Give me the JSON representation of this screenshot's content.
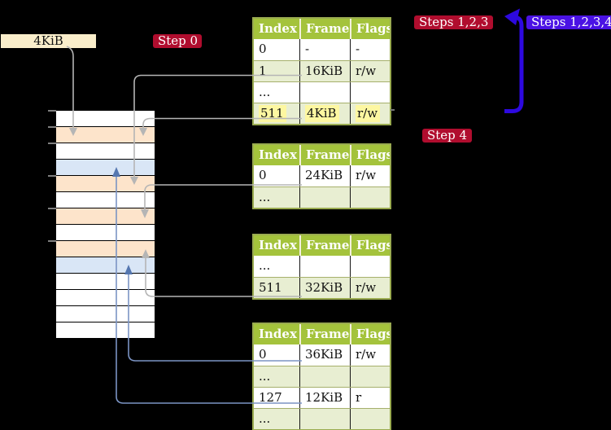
{
  "labels": {
    "page_size": "4KiB"
  },
  "badges": {
    "step0": {
      "label": "Step 0",
      "style": "red"
    },
    "steps123": {
      "label": "Steps 1,2,3",
      "style": "red"
    },
    "steps1234": {
      "label": "Steps 1,2,3,4",
      "style": "blue"
    },
    "step4": {
      "label": "Step 4",
      "style": "red"
    }
  },
  "tables": [
    {
      "name": "page-table-1",
      "headers": [
        "Index",
        "Frame",
        "Flags"
      ],
      "rows": [
        {
          "cells": [
            "0",
            "-",
            "-"
          ],
          "shade": "white",
          "highlight": false
        },
        {
          "cells": [
            "1",
            "16KiB",
            "r/w"
          ],
          "shade": "green",
          "highlight": false
        },
        {
          "cells": [
            "...",
            "",
            ""
          ],
          "shade": "white",
          "highlight": false
        },
        {
          "cells": [
            "511",
            "4KiB",
            "r/w"
          ],
          "shade": "green",
          "highlight": true
        }
      ]
    },
    {
      "name": "page-table-2",
      "headers": [
        "Index",
        "Frame",
        "Flags"
      ],
      "rows": [
        {
          "cells": [
            "0",
            "24KiB",
            "r/w"
          ],
          "shade": "white",
          "highlight": false
        },
        {
          "cells": [
            "...",
            "",
            ""
          ],
          "shade": "green",
          "highlight": false
        }
      ]
    },
    {
      "name": "page-table-3",
      "headers": [
        "Index",
        "Frame",
        "Flags"
      ],
      "rows": [
        {
          "cells": [
            "...",
            "",
            ""
          ],
          "shade": "white",
          "highlight": false
        },
        {
          "cells": [
            "511",
            "32KiB",
            "r/w"
          ],
          "shade": "green",
          "highlight": false
        }
      ]
    },
    {
      "name": "page-table-4",
      "headers": [
        "Index",
        "Frame",
        "Flags"
      ],
      "rows": [
        {
          "cells": [
            "0",
            "36KiB",
            "r/w"
          ],
          "shade": "white",
          "highlight": false
        },
        {
          "cells": [
            "...",
            "",
            ""
          ],
          "shade": "green",
          "highlight": false
        },
        {
          "cells": [
            "127",
            "12KiB",
            "r"
          ],
          "shade": "white",
          "highlight": false
        },
        {
          "cells": [
            "...",
            "",
            ""
          ],
          "shade": "green",
          "highlight": false
        }
      ]
    }
  ],
  "memory_stack": {
    "rows": [
      "white",
      "peach",
      "white",
      "blue",
      "peach",
      "white",
      "peach",
      "white",
      "peach",
      "blue",
      "white",
      "white",
      "white",
      "white"
    ],
    "tick_count": 6
  },
  "colors": {
    "background": "#000000",
    "badge_red": "#b00d2e",
    "badge_blue": "#4a12e4",
    "walk_arrow_blue": "#2d09df",
    "table_header_green": "#a4c33c",
    "table_row_green": "#e8eed2",
    "table_border": "#9aab50",
    "highlight_yellow": "#fdf7a1",
    "frame_peach": "#fde4cb",
    "frame_blue": "#d9e6f6",
    "label_cream": "#faeecb",
    "connector_grey": "#b5b5b5",
    "connector_blue": "#7b94c4"
  }
}
